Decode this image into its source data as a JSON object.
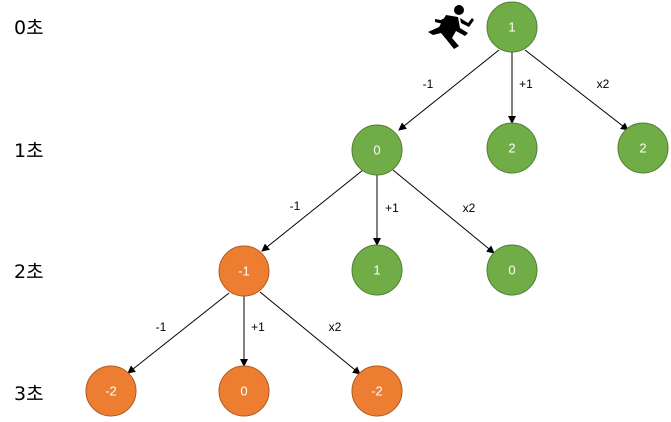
{
  "time_labels": [
    "0초",
    "1초",
    "2초",
    "3초"
  ],
  "colors": {
    "green_fill": "#70ad47",
    "green_stroke": "#507e32",
    "orange_fill": "#ed7d31",
    "orange_stroke": "#ae5a21"
  },
  "runner_icon": "running-person-icon",
  "tree": {
    "root": {
      "label": "1",
      "color": "green"
    },
    "level1": [
      {
        "label": "0",
        "color": "green",
        "op": "-1"
      },
      {
        "label": "2",
        "color": "green",
        "op": "+1"
      },
      {
        "label": "2",
        "color": "green",
        "op": "x2"
      }
    ],
    "level2": [
      {
        "label": "-1",
        "color": "orange",
        "op": "-1"
      },
      {
        "label": "1",
        "color": "green",
        "op": "+1"
      },
      {
        "label": "0",
        "color": "green",
        "op": "x2"
      }
    ],
    "level3": [
      {
        "label": "-2",
        "color": "orange",
        "op": "-1"
      },
      {
        "label": "0",
        "color": "orange",
        "op": "+1"
      },
      {
        "label": "-2",
        "color": "orange",
        "op": "x2"
      }
    ]
  }
}
